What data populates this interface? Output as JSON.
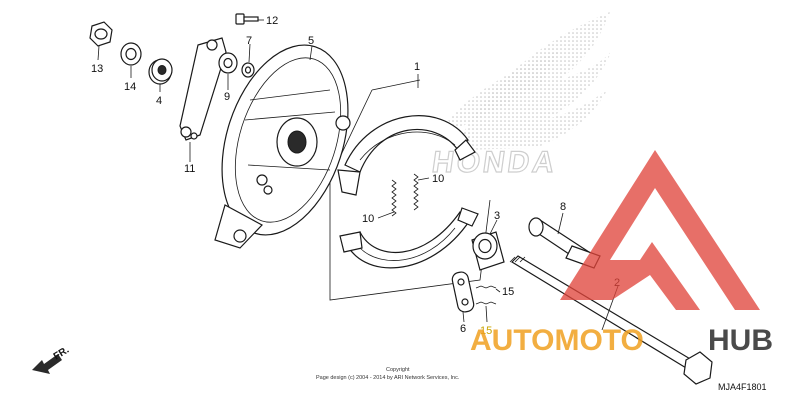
{
  "callouts": {
    "c1": "1",
    "c2": "2",
    "c3": "3",
    "c4": "4",
    "c5": "5",
    "c6": "6",
    "c7": "7",
    "c8": "8",
    "c9": "9",
    "c10a": "10",
    "c10b": "10",
    "c11": "11",
    "c12": "12",
    "c13": "13",
    "c14": "14",
    "c15a": "15",
    "c15b": "15"
  },
  "brand_mark": "HONDA",
  "direction_label": "FR.",
  "diagram_code": "MJA4F1801",
  "copyright": {
    "line1": "Copyright",
    "line2": "Page design (c) 2004 - 2014 by ARI Network Services, Inc."
  },
  "watermark": {
    "part1": "AUTOMOTO",
    "part2": "HUB"
  },
  "colors": {
    "watermark_red": "#e0443a",
    "watermark_orange": "#f0a020",
    "watermark_dark": "#2b2b2b",
    "highlight_yellow": "#c8a400"
  }
}
